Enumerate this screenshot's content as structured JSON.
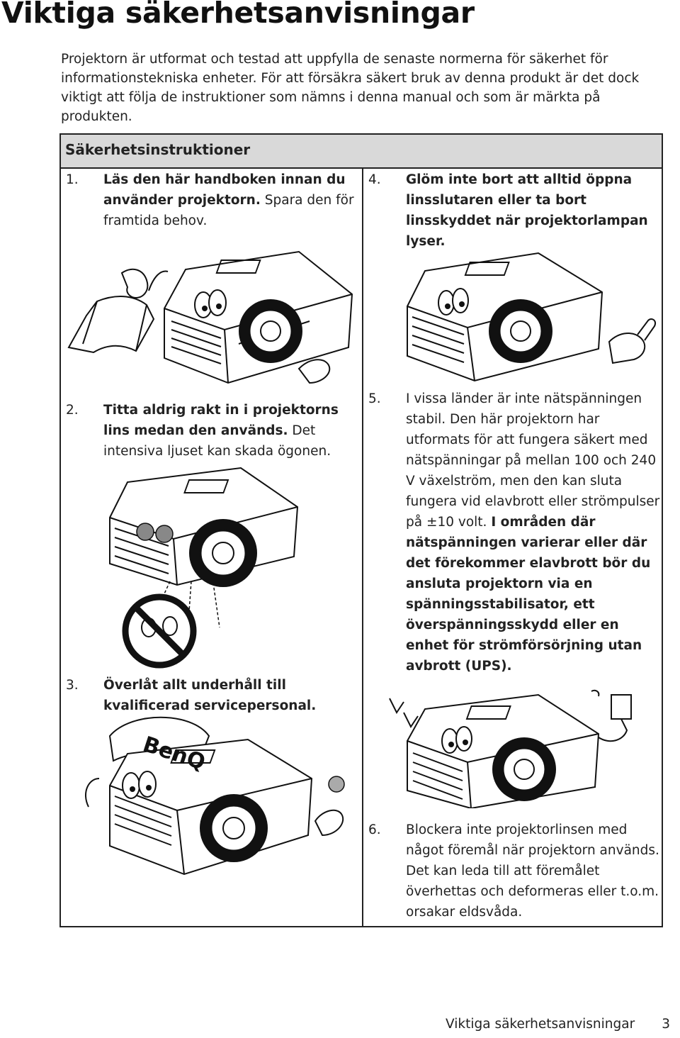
{
  "page": {
    "title": "Viktiga säkerhetsanvisningar",
    "intro": "Projektorn är utformat och testad att uppfylla de senaste normerna för säkerhet för informationstekniska enheter. För att försäkra säkert bruk av denna produkt är det dock viktigt att följa de instruktioner som nämns i denna manual och som är märkta på produkten."
  },
  "section": {
    "heading": "Säkerhetsinstruktioner"
  },
  "items": [
    {
      "num": "1.",
      "bold": "Läs den här handboken innan du använder projektorn.",
      "normal": " Spara den för framtida behov.",
      "bold2": ""
    },
    {
      "num": "2.",
      "bold": "Titta aldrig rakt in i projektorns lins medan den används.",
      "normal": " Det intensiva ljuset kan skada ögonen.",
      "bold2": ""
    },
    {
      "num": "3.",
      "bold": "Överlåt allt underhåll till kvalificerad servicepersonal.",
      "normal": "",
      "bold2": ""
    },
    {
      "num": "4.",
      "bold": "Glöm inte bort att alltid öppna linsslutaren eller ta bort linsskyddet när projektorlampan lyser.",
      "normal": "",
      "bold2": ""
    },
    {
      "num": "5.",
      "bold": "",
      "normal": "I vissa länder är inte nätspänningen stabil. Den här projektorn har utformats för att fungera säkert med nätspänningar på mellan 100 och 240 V växelström, men den kan sluta fungera vid elavbrott eller strömpulser på ±10 volt. ",
      "bold2": "I områden där nätspänningen varierar eller där det förekommer elavbrott bör du ansluta projektorn via en spänningsstabilisator, ett överspänningsskydd eller en enhet för strömförsörjning utan avbrott (UPS)."
    },
    {
      "num": "6.",
      "bold": "",
      "normal": "Blockera inte projektorlinsen med något föremål när projektorn används. Det kan leda till att föremålet överhettas och deformeras eller t.o.m. orsakar eldsvåda.",
      "bold2": ""
    }
  ],
  "illustrations": {
    "logo_text": "BenQ"
  },
  "footer": {
    "label": "Viktiga säkerhetsanvisningar",
    "page_number": "3"
  }
}
